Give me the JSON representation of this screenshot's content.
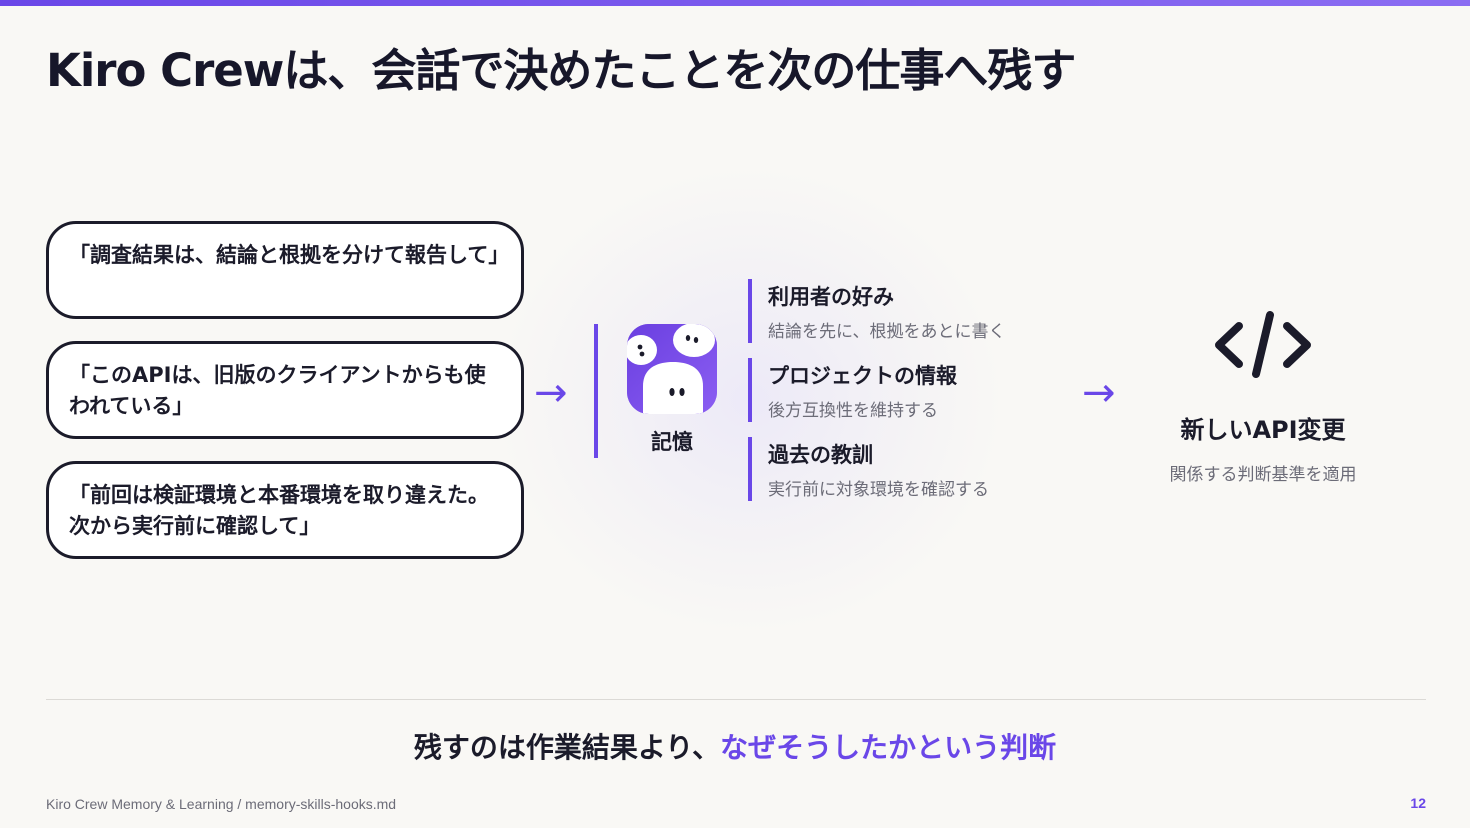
{
  "slide": {
    "title": "Kiro Crewは、会話で決めたことを次の仕事へ残す",
    "quotes": [
      "「調査結果は、結論と根拠を分けて報告して」",
      "「このAPIは、旧版のクライアントからも使われている」",
      "「前回は検証環境と本番環境を取り違えた。次から実行前に確認して」"
    ],
    "memory_label": "記憶",
    "memory_items": [
      {
        "title": "利用者の好み",
        "detail": "結論を先に、根拠をあとに書く"
      },
      {
        "title": "プロジェクトの情報",
        "detail": "後方互換性を維持する"
      },
      {
        "title": "過去の教訓",
        "detail": "実行前に対象環境を確認する"
      }
    ],
    "result": {
      "title": "新しいAPI変更",
      "detail": "関係する判断基準を適用"
    },
    "bottom_message": {
      "prefix": "残すのは作業結果より、",
      "accent": "なぜそうしたかという判断"
    },
    "footer": "Kiro Crew Memory & Learning / memory-skills-hooks.md",
    "page_number": "12",
    "arrow_glyph": "→"
  },
  "colors": {
    "accent": "#6a47e8",
    "text": "#1b1b2a",
    "muted": "#6c6c78",
    "background": "#f9f8f5"
  },
  "icons": [
    "ghost-app-icon",
    "code-icon",
    "right-arrow-icon"
  ]
}
